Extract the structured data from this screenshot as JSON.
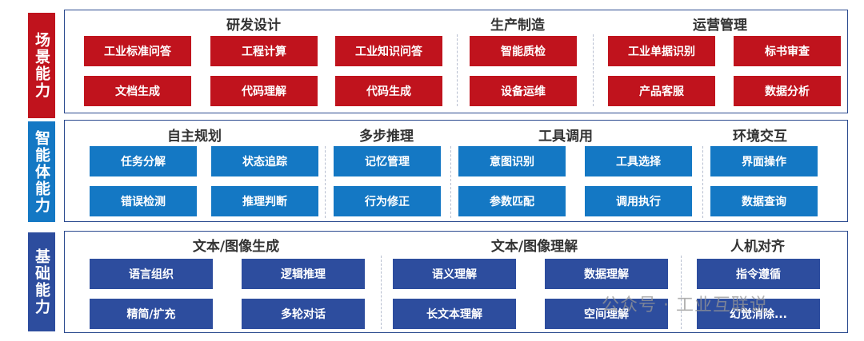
{
  "colors": {
    "scene": "#c0131d",
    "agent": "#1478c4",
    "base": "#2d4d9e",
    "border": "#2b4a8f"
  },
  "layers": [
    {
      "id": "scene",
      "label": "场景能力",
      "groups": [
        {
          "title": "研发设计",
          "items": [
            "工业标准问答",
            "工程计算",
            "工业知识问答",
            "文档生成",
            "代码理解",
            "代码生成"
          ]
        },
        {
          "title": "生产制造",
          "items": [
            "智能质检",
            "设备运维"
          ]
        },
        {
          "title": "运营管理",
          "items": [
            "工业单据识别",
            "标书审查",
            "产品客服",
            "数据分析"
          ]
        }
      ]
    },
    {
      "id": "agent",
      "label": "智能体能力",
      "groups": [
        {
          "title": "自主规划",
          "items": [
            "任务分解",
            "状态追踪",
            "错误检测",
            "推理判断"
          ]
        },
        {
          "title": "多步推理",
          "items": [
            "记忆管理",
            "行为修正"
          ]
        },
        {
          "title": "工具调用",
          "items": [
            "意图识别",
            "工具选择",
            "参数匹配",
            "调用执行"
          ]
        },
        {
          "title": "环境交互",
          "items": [
            "界面操作",
            "数据查询"
          ]
        }
      ]
    },
    {
      "id": "base",
      "label": "基础能力",
      "groups": [
        {
          "title": "文本/图像生成",
          "items": [
            "语言组织",
            "逻辑推理",
            "精简/扩充",
            "多轮对话"
          ]
        },
        {
          "title": "文本/图像理解",
          "items": [
            "语义理解",
            "数据理解",
            "长文本理解",
            "空间理解"
          ]
        },
        {
          "title": "人机对齐",
          "items": [
            "指令遵循",
            "幻觉消除..."
          ]
        }
      ]
    }
  ],
  "watermark": "公众号 · 工业互联说"
}
